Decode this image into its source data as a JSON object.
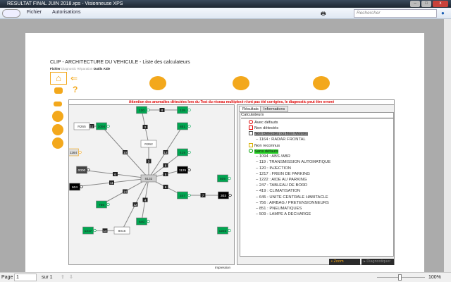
{
  "window": {
    "title": "RESULTAT FINAL JUIN 2018.xps - Visionneuse XPS",
    "menus": [
      "Fichier",
      "Autorisations"
    ],
    "search_placeholder": "Rechercher"
  },
  "document": {
    "title": "CLIP - ARCHITECTURE DU VEHICULE - Liste des calculateurs",
    "menu": [
      "Fichier",
      "Diagnostic",
      "Réparation",
      "Outils",
      "Aide"
    ],
    "warning": "Attention des anomalies détectées lors du Test du réseau multiplexé n'ont pas été corrigées, le diagnostic peut être erroné",
    "footer": "Impression"
  },
  "diagram": {
    "nodes": [
      {
        "id": "120",
        "status": "ok"
      },
      {
        "id": "119",
        "status": "ok"
      },
      {
        "id": "R265",
        "status": "box"
      },
      {
        "id": "1094",
        "status": "ok"
      },
      {
        "id": "851",
        "status": "ok"
      },
      {
        "id": "R262",
        "status": "box"
      },
      {
        "id": "1164",
        "status": "notdetected"
      },
      {
        "id": "419",
        "status": "ok"
      },
      {
        "id": "0000",
        "status": "dark"
      },
      {
        "id": "1125",
        "status": "black"
      },
      {
        "id": "8132",
        "status": "hub"
      },
      {
        "id": "604",
        "status": "black"
      },
      {
        "id": "509",
        "status": "ok"
      },
      {
        "id": "247",
        "status": "ok"
      },
      {
        "id": "303",
        "status": "black"
      },
      {
        "id": "756",
        "status": "ok"
      },
      {
        "id": "640",
        "status": "ok"
      },
      {
        "id": "1217",
        "status": "ok"
      },
      {
        "id": "8016",
        "status": "box"
      },
      {
        "id": "1222",
        "status": "ok"
      }
    ],
    "links": [
      {
        "from": "120",
        "to": "119",
        "label": "8"
      },
      {
        "from": "R265",
        "to": "1094",
        "label": "11"
      },
      {
        "from": "120",
        "to": "R262",
        "label": "2"
      },
      {
        "from": "R262",
        "to": "8132",
        "label": "3"
      },
      {
        "from": "1094",
        "to": "8132",
        "label": "10"
      },
      {
        "from": "851",
        "to": "8132",
        "label": "13"
      },
      {
        "from": "419",
        "to": "8132",
        "label": "9"
      },
      {
        "from": "1125",
        "to": "8132",
        "label": "5"
      },
      {
        "from": "0000",
        "to": "8132",
        "label": "6"
      },
      {
        "from": "604",
        "to": "8132",
        "label": "11"
      },
      {
        "from": "247",
        "to": "8132",
        "label": "6"
      },
      {
        "from": "247",
        "to": "303",
        "label": "7"
      },
      {
        "from": "756",
        "to": "8132",
        "label": "14"
      },
      {
        "from": "8016",
        "to": "8132",
        "label": "12"
      },
      {
        "from": "640",
        "to": "8132",
        "label": "4"
      },
      {
        "from": "1217",
        "to": "8016",
        "label": "14"
      }
    ]
  },
  "panel": {
    "tabs": [
      "Résultats",
      "Informations"
    ],
    "header": "Calculateurs",
    "groups": [
      {
        "label": "Avec défauts",
        "color": "#e00000",
        "items": []
      },
      {
        "label": "Non détectés",
        "color": "#e00000",
        "items": []
      },
      {
        "label": "Non Détectés ou Non Montés",
        "color": "#555555",
        "items": [
          "1164 : RADAR FRONTAL"
        ]
      },
      {
        "label": "Non reconnus",
        "color": "#d8b000",
        "items": []
      },
      {
        "label": "Sans défauts",
        "color": "#00a000",
        "items": [
          "1094 : ABS /ABR",
          "119 : TRANSMISSION AUTOMATIQUE",
          "120 : INJECTION",
          "1217 : FREIN DE PARKING",
          "1222 : AIDE AU PARKING",
          "247 : TABLEAU DE BORD",
          "419 : CLIMATISATION",
          "645 : UNITE CENTRALE HABITACLE",
          "756 : AIRBAG / PRETENSIONNEURS",
          "851 : PNEUMATIQUES",
          "509 : LAMPE A DECHARGE"
        ]
      }
    ],
    "zoom_button": "Zoom",
    "diag_button": "Diagnostiquer"
  },
  "statusbar": {
    "page_label": "Page",
    "page_value": "1",
    "of_label": "sur 1",
    "zoom": "100%"
  }
}
